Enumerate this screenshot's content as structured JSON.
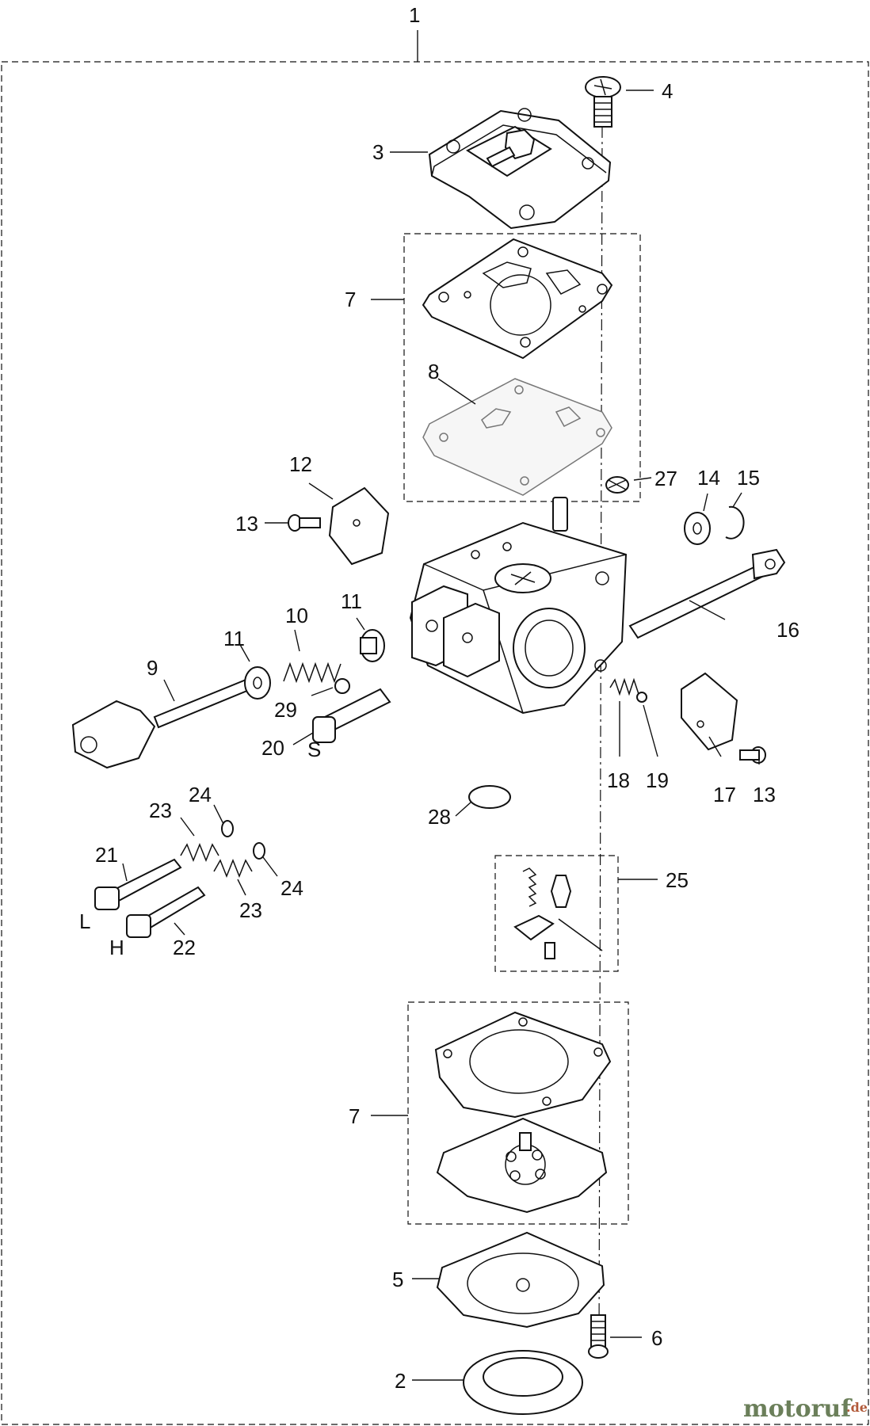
{
  "callouts": {
    "c1": "1",
    "c2": "2",
    "c3": "3",
    "c4": "4",
    "c5": "5",
    "c6": "6",
    "c7a": "7",
    "c7b": "7",
    "c8": "8",
    "c9": "9",
    "c10": "10",
    "c11a": "11",
    "c11b": "11",
    "c12": "12",
    "c13a": "13",
    "c13b": "13",
    "c14": "14",
    "c15": "15",
    "c16": "16",
    "c17": "17",
    "c18": "18",
    "c19": "19",
    "c20": "20",
    "c21": "21",
    "c22": "22",
    "c23a": "23",
    "c23b": "23",
    "c24a": "24",
    "c24b": "24",
    "c25": "25",
    "c27": "27",
    "c28": "28",
    "c29": "29",
    "lbl_s": "S",
    "lbl_l": "L",
    "lbl_h": "H"
  },
  "watermark": {
    "brand": "motoruf",
    "suffix": ".de"
  }
}
